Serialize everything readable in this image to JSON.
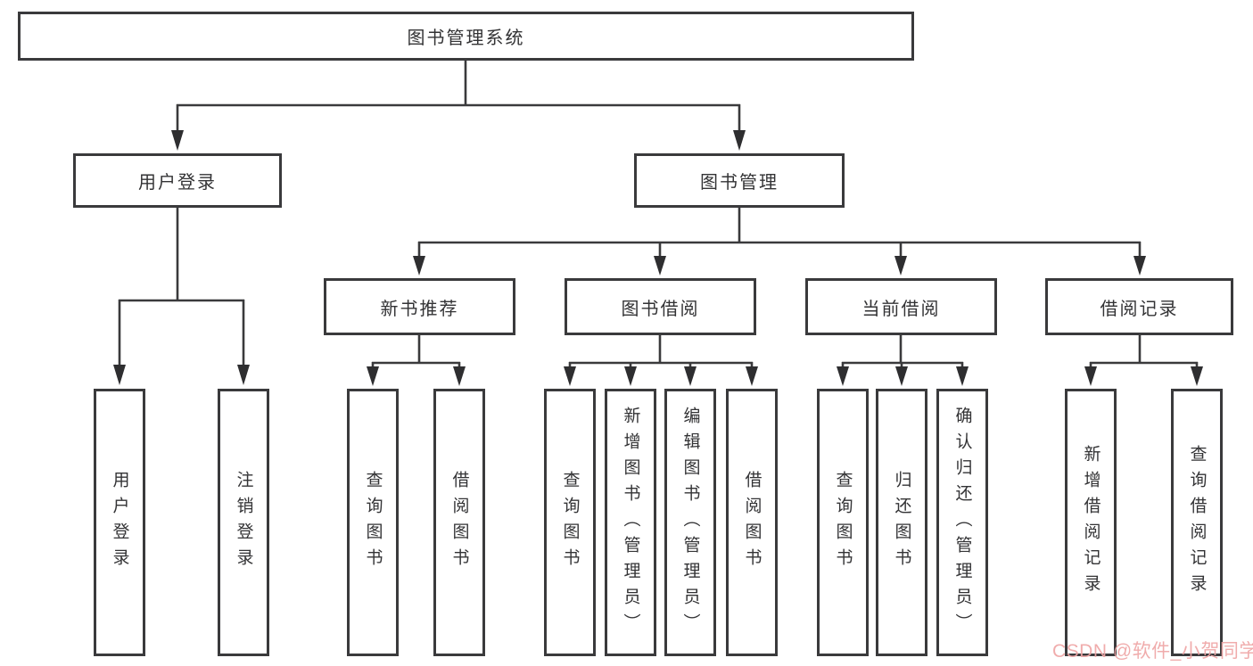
{
  "style": {
    "line_color": "#3a3a3c",
    "arrow_color": "#2e2e30",
    "box_border_color": "#3a3a3c",
    "text_color": "#333335",
    "background": "#ffffff",
    "watermark_color": "#efa6a6"
  },
  "watermark": {
    "text": "CSDN @软件_小贺同学"
  },
  "tree": {
    "root": {
      "label": "图书管理系统"
    },
    "level2": [
      {
        "id": "user-login",
        "label": "用户登录"
      },
      {
        "id": "book-management",
        "label": "图书管理"
      }
    ],
    "level3": [
      {
        "id": "new-book-recommend",
        "label": "新书推荐",
        "parent": "book-management"
      },
      {
        "id": "book-borrow",
        "label": "图书借阅",
        "parent": "book-management"
      },
      {
        "id": "current-borrow",
        "label": "当前借阅",
        "parent": "book-management"
      },
      {
        "id": "borrow-record",
        "label": "借阅记录",
        "parent": "book-management"
      }
    ],
    "leaves": [
      {
        "parent": "user-login",
        "label": "用户登录"
      },
      {
        "parent": "user-login",
        "label": "注销登录"
      },
      {
        "parent": "new-book-recommend",
        "label": "查询图书"
      },
      {
        "parent": "new-book-recommend",
        "label": "借阅图书"
      },
      {
        "parent": "book-borrow",
        "label": "查询图书"
      },
      {
        "parent": "book-borrow",
        "label": "新增图书（管理员）"
      },
      {
        "parent": "book-borrow",
        "label": "编辑图书（管理员）"
      },
      {
        "parent": "book-borrow",
        "label": "借阅图书"
      },
      {
        "parent": "current-borrow",
        "label": "查询图书"
      },
      {
        "parent": "current-borrow",
        "label": "归还图书"
      },
      {
        "parent": "current-borrow",
        "label": "确认归还（管理员）"
      },
      {
        "parent": "borrow-record",
        "label": "新增借阅记录"
      },
      {
        "parent": "borrow-record",
        "label": "查询借阅记录"
      }
    ]
  }
}
